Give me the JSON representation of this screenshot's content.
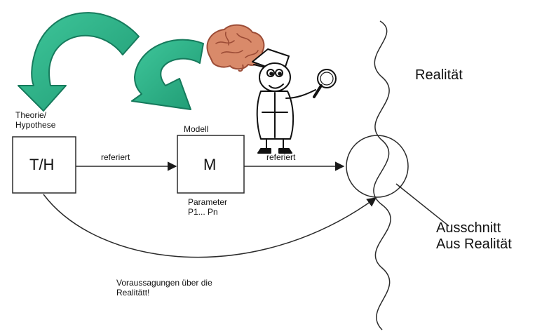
{
  "colors": {
    "stroke": "#2b2b2b",
    "arrow_green": "#2fb58a",
    "arrow_green_dark": "#167a5c",
    "brain": "#d98a6a",
    "brain_dark": "#9c4c36"
  },
  "icons": {
    "brain": "brain-icon",
    "detective": "detective-magnifier-icon",
    "curved_arrows": "curved-arrow-icon"
  },
  "theory": {
    "caption_line1": "Theorie/",
    "caption_line2": "Hypothese",
    "box_text": "T/H"
  },
  "model": {
    "caption": "Modell",
    "box_text": "M",
    "param_line1": "Parameter",
    "param_line2": "P1... Pn"
  },
  "edges": {
    "th_to_m": "referiert",
    "m_to_reality": "referiert"
  },
  "reality": {
    "title": "Realität",
    "excerpt_line1": "Ausschnitt",
    "excerpt_line2": "Aus Realität"
  },
  "prediction": {
    "line1": "Voraussagungen über die",
    "line2": "Realitätt!"
  }
}
